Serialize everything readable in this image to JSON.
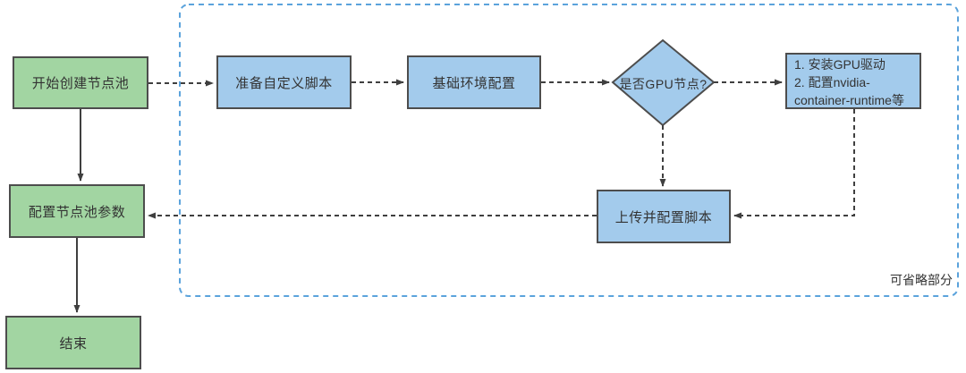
{
  "diagram": {
    "optional_region_label": "可省略部分",
    "colors": {
      "green_node_fill": "#a2d5a2",
      "blue_node_fill": "#a3cbec",
      "node_border": "#4d4d4d",
      "arrow": "#3f3f3f",
      "optional_region_border": "#5ba3dc",
      "text": "#333333"
    },
    "nodes": {
      "start": {
        "label": "开始创建节点池",
        "shape": "rect",
        "color": "green"
      },
      "prepare": {
        "label": "准备自定义脚本",
        "shape": "rect",
        "color": "blue"
      },
      "baseenv": {
        "label": "基础环境配置",
        "shape": "rect",
        "color": "blue"
      },
      "gpu_decision": {
        "label": "是否GPU节点?",
        "shape": "diamond",
        "color": "blue"
      },
      "gpu_steps": {
        "lines": [
          "1. 安装GPU驱动",
          "2. 配置nvidia-container-runtime等"
        ],
        "shape": "rect",
        "color": "blue"
      },
      "upload": {
        "label": "上传并配置脚本",
        "shape": "rect",
        "color": "blue"
      },
      "configure": {
        "label": "配置节点池参数",
        "shape": "rect",
        "color": "green"
      },
      "end": {
        "label": "结束",
        "shape": "rect",
        "color": "green"
      }
    },
    "edges": [
      {
        "from": "start",
        "to": "prepare",
        "style": "dashed"
      },
      {
        "from": "prepare",
        "to": "baseenv",
        "style": "dashed"
      },
      {
        "from": "baseenv",
        "to": "gpu_decision",
        "style": "dashed"
      },
      {
        "from": "gpu_decision",
        "to": "gpu_steps",
        "style": "dashed"
      },
      {
        "from": "gpu_decision",
        "to": "upload",
        "style": "dashed"
      },
      {
        "from": "gpu_steps",
        "to": "upload",
        "style": "dashed"
      },
      {
        "from": "upload",
        "to": "configure",
        "style": "dashed"
      },
      {
        "from": "start",
        "to": "configure",
        "style": "solid"
      },
      {
        "from": "configure",
        "to": "end",
        "style": "solid"
      }
    ]
  }
}
